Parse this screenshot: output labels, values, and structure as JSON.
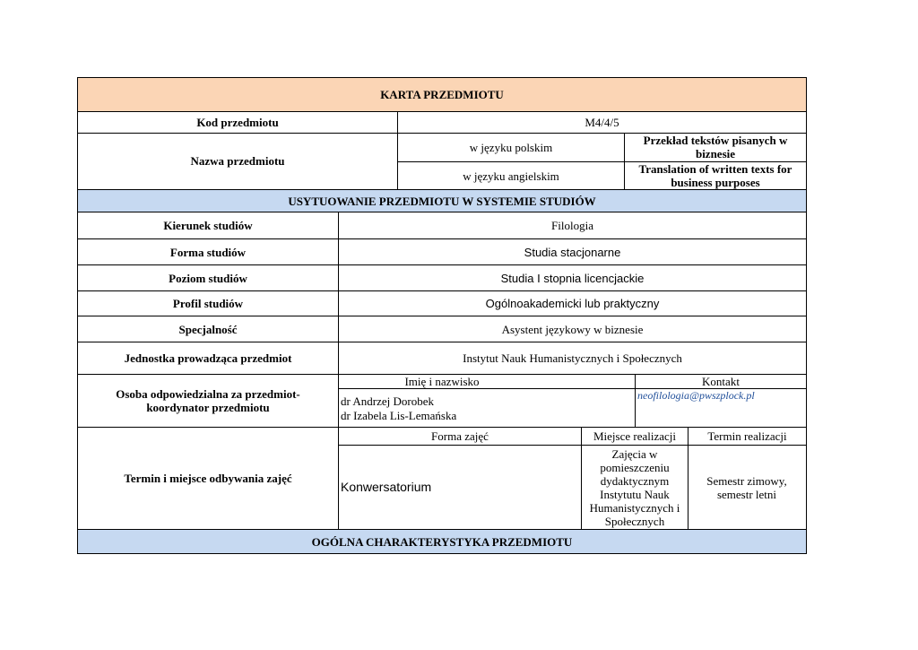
{
  "header": {
    "title": "KARTA PRZEDMIOTU"
  },
  "kod": {
    "label": "Kod przedmiotu",
    "value": "M4/4/5"
  },
  "nazwa": {
    "label": "Nazwa przedmiotu",
    "pl_label": "w języku polskim",
    "pl_value": "Przekład tekstów pisanych w biznesie",
    "en_label": "w języku angielskim",
    "en_value": "Translation of written texts for business purposes"
  },
  "section_usytuowanie": "USYTUOWANIE PRZEDMIOTU W SYSTEMIE STUDIÓW",
  "rows": {
    "kierunek": {
      "label": "Kierunek studiów",
      "value": "Filologia"
    },
    "forma": {
      "label": "Forma studiów",
      "value": "Studia stacjonarne"
    },
    "poziom": {
      "label": "Poziom studiów",
      "value": "Studia I stopnia licencjackie"
    },
    "profil": {
      "label": "Profil studiów",
      "value": "Ogólnoakademicki lub praktyczny"
    },
    "specjalnosc": {
      "label": "Specjalność",
      "value": "Asystent językowy w biznesie"
    },
    "jednostka": {
      "label": "Jednostka prowadząca przedmiot",
      "value": "Instytut Nauk Humanistycznych i Społecznych"
    }
  },
  "osoba": {
    "label": "Osoba odpowiedzialna za przedmiot- koordynator przedmiotu",
    "col_name": "Imię i nazwisko",
    "col_contact": "Kontakt",
    "person1": "dr Andrzej Dorobek",
    "person2": "dr Izabela Lis-Lemańska",
    "email": "neofilologia@pwszplock.pl"
  },
  "termin": {
    "label": "Termin i miejsce odbywania zajęć",
    "col_forma": "Forma zajęć",
    "col_miejsce": "Miejsce realizacji",
    "col_termin": "Termin realizacji",
    "forma_value": "Konwersatorium",
    "miejsce_value": "Zajęcia w pomieszczeniu dydaktycznym Instytutu Nauk Humanistycznych i Społecznych",
    "termin_value": "Semestr zimowy, semestr letni"
  },
  "section_ogolna": "OGÓLNA CHARAKTERYSTYKA PRZEDMIOTU",
  "colors": {
    "header_bg": "#fbd5b5",
    "section_bg": "#c6d9f1",
    "email_color": "#1f4e99"
  }
}
